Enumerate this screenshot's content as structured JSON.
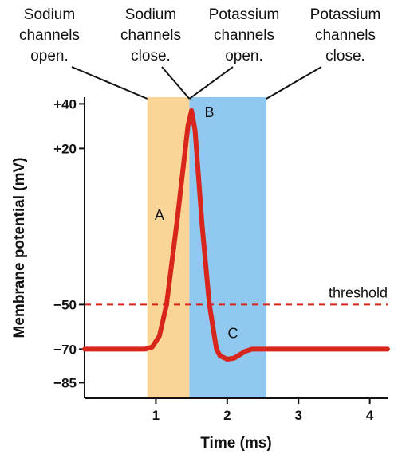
{
  "chart_data": {
    "type": "line",
    "xlabel": "Time (ms)",
    "ylabel": "Membrane potential (mV)",
    "x_ticks": [
      1,
      2,
      3,
      4
    ],
    "y_ticks": [
      40,
      20,
      -50,
      -70,
      -85
    ],
    "y_tick_labels": [
      "+40",
      "+20",
      "−50",
      "−70",
      "−85"
    ],
    "xlim": [
      0,
      4.25
    ],
    "ylim": [
      -92,
      43
    ],
    "grid": false,
    "series": [
      {
        "color": "#d9261c",
        "x": [
          0,
          0.85,
          0.95,
          1.05,
          1.15,
          1.3,
          1.45,
          1.5,
          1.55,
          1.65,
          1.75,
          1.85,
          1.9,
          2.0,
          2.1,
          2.25,
          2.35,
          2.5,
          3.0,
          3.5,
          4.25
        ],
        "y": [
          -70,
          -70,
          -69,
          -64,
          -50,
          -12,
          30,
          37,
          28,
          -15,
          -50,
          -70,
          -73,
          -74.5,
          -74,
          -71,
          -70,
          -70,
          -70,
          -70,
          -70
        ]
      }
    ],
    "shaded_regions": [
      {
        "name": "sodium",
        "x0": 0.88,
        "x1": 1.47,
        "color": "#fbd597"
      },
      {
        "name": "potassium",
        "x0": 1.47,
        "x1": 2.55,
        "color": "#91c8ef"
      }
    ],
    "threshold": {
      "value": -50,
      "label": "threshold",
      "color": "#d9261c"
    },
    "point_labels": [
      {
        "text": "A",
        "x": 1.05,
        "y": -12
      },
      {
        "text": "B",
        "x": 1.75,
        "y": 34
      },
      {
        "text": "C",
        "x": 2.08,
        "y": -65
      }
    ],
    "annotations": [
      {
        "lines": [
          "Sodium",
          "channels",
          "open."
        ],
        "points_to_x": 0.88,
        "points_to_y": 43
      },
      {
        "lines": [
          "Sodium",
          "channels",
          "close."
        ],
        "points_to_x": 1.47,
        "points_to_y": 43
      },
      {
        "lines": [
          "Potassium",
          "channels",
          "open."
        ],
        "points_to_x": 1.47,
        "points_to_y": 43
      },
      {
        "lines": [
          "Potassium",
          "channels",
          "close."
        ],
        "points_to_x": 2.55,
        "points_to_y": 43
      }
    ]
  }
}
